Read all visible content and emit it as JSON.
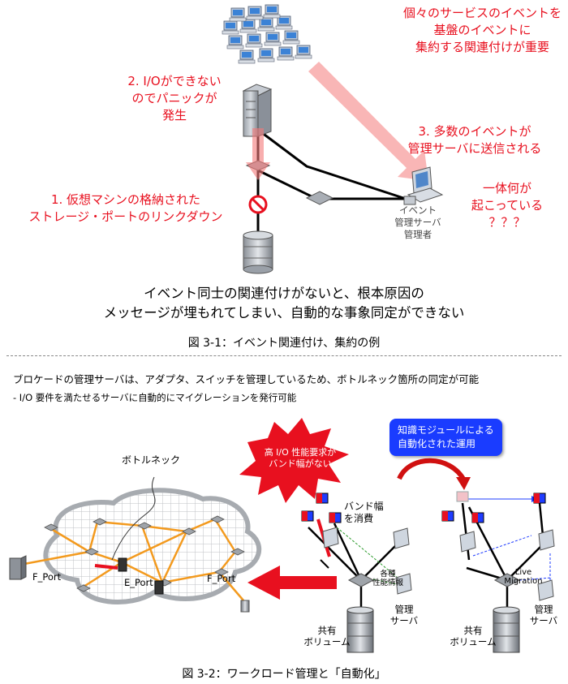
{
  "figure1": {
    "top_right_note": [
      "個々のサービスのイベントを",
      "基盤のイベントに",
      "集約する関連付けが重要"
    ],
    "note2": [
      "2. I/Oができない",
      "のでパニックが",
      "発生"
    ],
    "note3": [
      "3. 多数のイベントが",
      "管理サーバに送信される"
    ],
    "note1": [
      "1. 仮想マシンの格納された",
      "ストレージ・ポートのリンクダウン"
    ],
    "confusion": [
      "一体何が",
      "起こっている",
      "？？？"
    ],
    "admin_label": [
      "イベント",
      "管理サーバ",
      "管理者"
    ],
    "message": [
      "イベント同士の関連付けがないと、根本原因の",
      "メッセージが埋もれてしまい、自動的な事象同定ができない"
    ],
    "caption": "図 3-1：イベント関連付け、集約の例"
  },
  "figure2": {
    "headline": "ブロケードの管理サーバは、アダプタ、スイッチを管理しているため、ボトルネック箇所の同定が可能",
    "subline": "- I/O 要件を満たせるサーバに自動的にマイグレーションを発行可能",
    "bottleneck_label": "ボトルネック",
    "port_labels": {
      "f_port_left": "F_Port",
      "e_port": "E_Port",
      "f_port_right": "F_Port"
    },
    "burst_text": [
      "高 I/O 性能要求が",
      "バンド幅がない"
    ],
    "bubble_text": [
      "知識モジュールによる",
      "自動化された運用"
    ],
    "bandwidth_label": [
      "バンド幅",
      "を消費"
    ],
    "perf_info": [
      "各種",
      "性能情報"
    ],
    "mgmt_server_left": [
      "管理",
      "サーバ"
    ],
    "mgmt_server_right": [
      "管理",
      "サーバ"
    ],
    "shared_volume_left": [
      "共有",
      "ボリューム"
    ],
    "shared_volume_right": [
      "共有",
      "ボリューム"
    ],
    "live_migration": [
      "Live",
      "Migration"
    ],
    "caption": "図 3-2：ワークロード管理と「自動化」"
  },
  "colors": {
    "accent_red": "#e8101f",
    "bubble_blue": "#1a3cff",
    "fabric_orange": "#f39a1e"
  }
}
